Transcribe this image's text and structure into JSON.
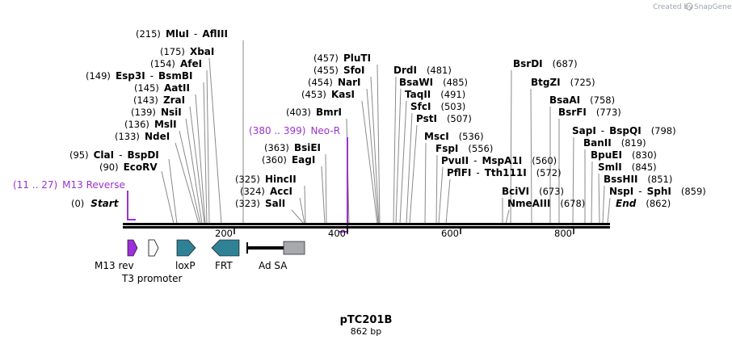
{
  "credit": {
    "prefix": "Created by",
    "brand": "SnapGene"
  },
  "plasmid": {
    "name": "pTC201B",
    "length": "862 bp"
  },
  "axis": {
    "ticks": [
      "200",
      "400",
      "600",
      "800"
    ]
  },
  "ends": [
    {
      "pos": "(0)",
      "name": "Start"
    },
    {
      "pos": "(862)",
      "name": "End"
    }
  ],
  "primer": {
    "range": "(11 .. 27)",
    "name": "M13 Reverse"
  },
  "neo": {
    "range": "(380 .. 399)",
    "name": "Neo-R"
  },
  "sites_left": [
    {
      "pos": "(215)",
      "name": "MluI",
      "alt": "AflIII"
    },
    {
      "pos": "(175)",
      "name": "XbaI"
    },
    {
      "pos": "(154)",
      "name": "AfeI"
    },
    {
      "pos": "(149)",
      "name": "Esp3I",
      "alt": "BsmBI"
    },
    {
      "pos": "(145)",
      "name": "AatII"
    },
    {
      "pos": "(143)",
      "name": "ZraI"
    },
    {
      "pos": "(139)",
      "name": "NsiI"
    },
    {
      "pos": "(136)",
      "name": "MslI"
    },
    {
      "pos": "(133)",
      "name": "NdeI"
    },
    {
      "pos": "(95)",
      "name": "ClaI",
      "alt": "BspDI"
    },
    {
      "pos": "(90)",
      "name": "EcoRV"
    },
    {
      "pos": "(325)",
      "name": "HincII"
    },
    {
      "pos": "(324)",
      "name": "AccI"
    },
    {
      "pos": "(323)",
      "name": "SalI"
    },
    {
      "pos": "(363)",
      "name": "BsiEI"
    },
    {
      "pos": "(360)",
      "name": "EagI"
    },
    {
      "pos": "(403)",
      "name": "BmrI"
    },
    {
      "pos": "(457)",
      "name": "PluTI"
    },
    {
      "pos": "(455)",
      "name": "SfoI"
    },
    {
      "pos": "(454)",
      "name": "NarI"
    },
    {
      "pos": "(453)",
      "name": "KasI"
    }
  ],
  "sites_right": [
    {
      "pos": "(481)",
      "name": "DrdI"
    },
    {
      "pos": "(485)",
      "name": "BsaWI"
    },
    {
      "pos": "(491)",
      "name": "TaqII"
    },
    {
      "pos": "(503)",
      "name": "SfcI"
    },
    {
      "pos": "(507)",
      "name": "PstI"
    },
    {
      "pos": "(536)",
      "name": "MscI"
    },
    {
      "pos": "(556)",
      "name": "FspI"
    },
    {
      "pos": "(560)",
      "name": "PvuII",
      "alt": "MspA1I"
    },
    {
      "pos": "(572)",
      "name": "PflFI",
      "alt": "Tth111I"
    },
    {
      "pos": "(673)",
      "name": "BciVI"
    },
    {
      "pos": "(678)",
      "name": "NmeAIII"
    },
    {
      "pos": "(687)",
      "name": "BsrDI"
    },
    {
      "pos": "(725)",
      "name": "BtgZI"
    },
    {
      "pos": "(758)",
      "name": "BsaAI"
    },
    {
      "pos": "(773)",
      "name": "BsrFI"
    },
    {
      "pos": "(798)",
      "name": "SapI",
      "alt": "BspQI"
    },
    {
      "pos": "(819)",
      "name": "BanII"
    },
    {
      "pos": "(830)",
      "name": "BpuEI"
    },
    {
      "pos": "(845)",
      "name": "SmlI"
    },
    {
      "pos": "(851)",
      "name": "BssHII"
    },
    {
      "pos": "(859)",
      "name": "NspI",
      "alt": "SphI"
    }
  ],
  "features": [
    {
      "name": "M13 rev",
      "color": "#9b30d9"
    },
    {
      "name": "T3 promoter",
      "color": "#ffffff"
    },
    {
      "name": "loxP",
      "color": "#2f8196"
    },
    {
      "name": "FRT",
      "color": "#2f8196"
    },
    {
      "name": "Ad SA",
      "color": "#a7a9ad"
    }
  ]
}
